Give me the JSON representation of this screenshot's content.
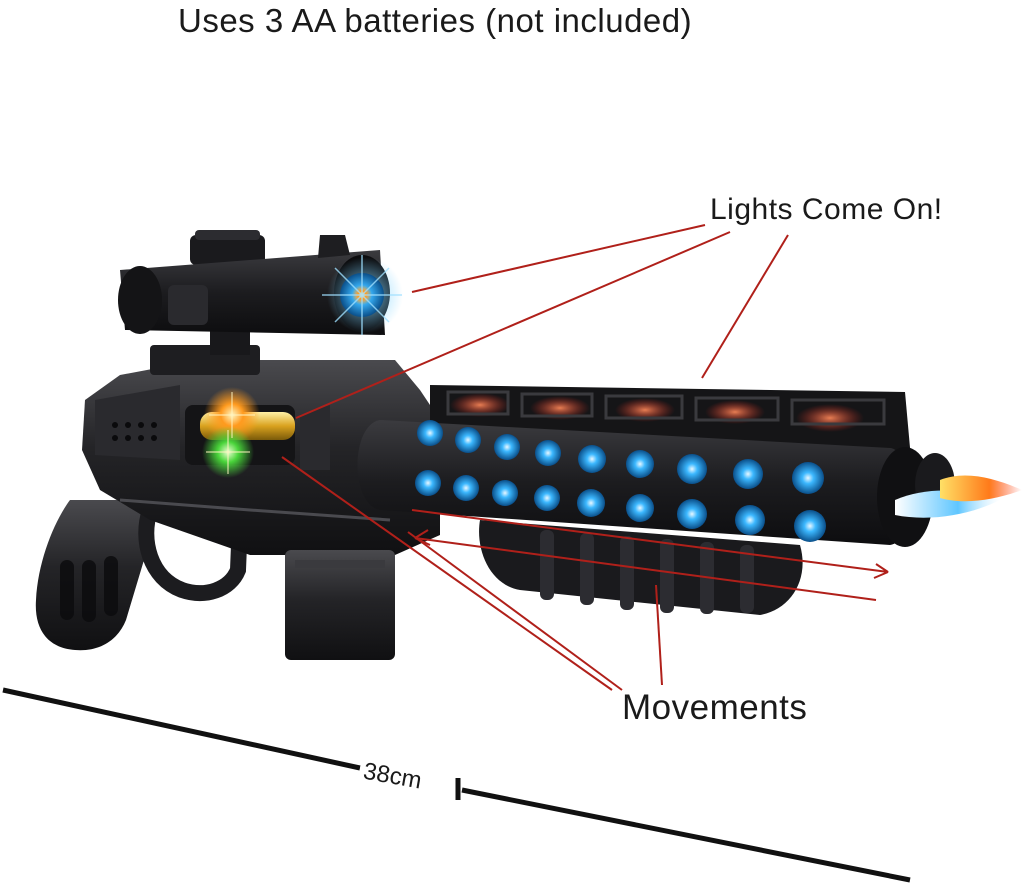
{
  "header": {
    "battery_note": "Uses 3 AA batteries (not included)"
  },
  "callouts": {
    "lights": "Lights Come On!",
    "movements": "Movements"
  },
  "dimension": {
    "length": "38cm"
  },
  "colors": {
    "callout_line": "#b0201a",
    "gun_body": "#1e1e20",
    "led_blue": "#2aa8ff",
    "led_orange": "#ff9a1e",
    "led_green": "#49d43a",
    "muzzle_flame": "#ff7a1a"
  }
}
